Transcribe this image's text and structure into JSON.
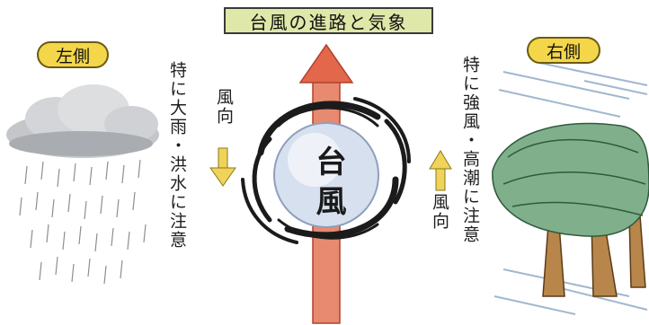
{
  "title": "台風の進路と気象",
  "left_side": {
    "label": "左側",
    "note": "特に大雨・洪水に注意",
    "wind": "風向"
  },
  "right_side": {
    "label": "右側",
    "note": "特に強風・高潮に注意",
    "wind": "風向"
  },
  "typhoon": {
    "label": "台風"
  },
  "colors": {
    "title_bg": "#dfe8a8",
    "badge_bg": "#f3d64a",
    "arrow_red": "#e2674b",
    "wind_arrow": "#f0d35a",
    "tree_green": "#7fb08b",
    "cloud_gray": "#c8cacc"
  }
}
